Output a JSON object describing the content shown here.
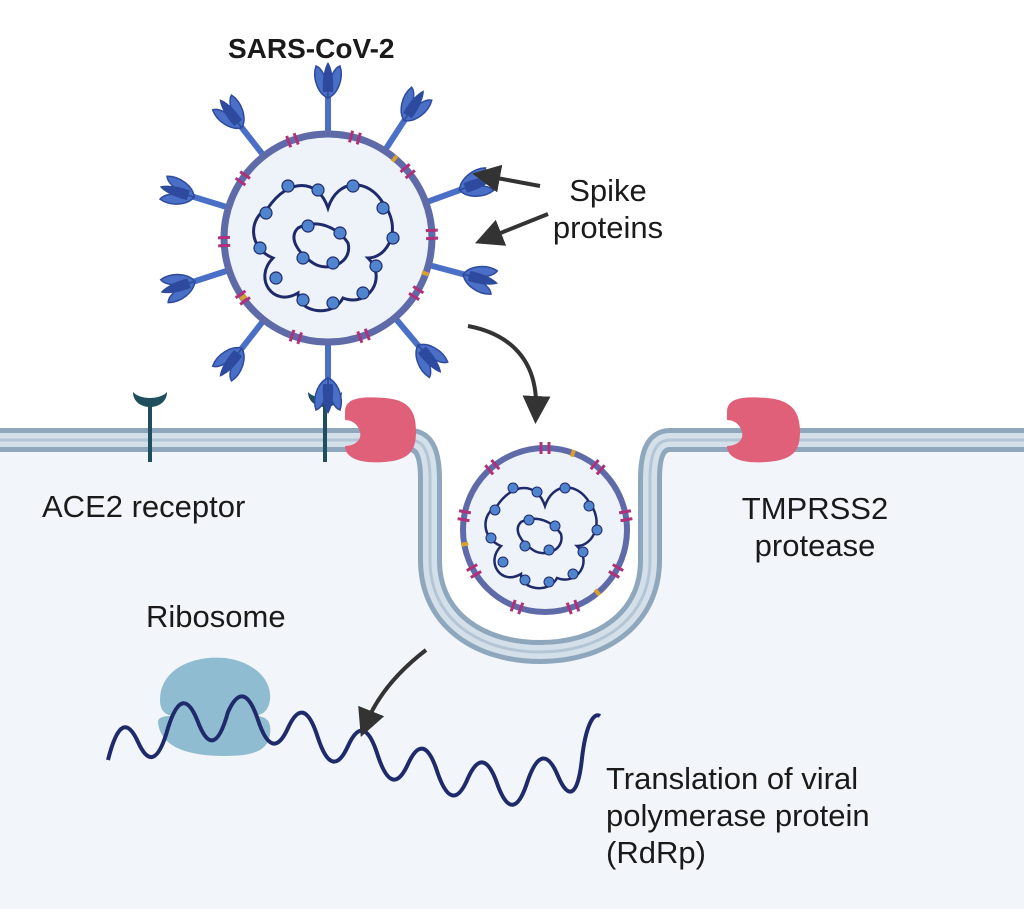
{
  "title": "SARS-CoV-2",
  "labels": {
    "spike_line1": "Spike",
    "spike_line2": "proteins",
    "ace2": "ACE2 receptor",
    "tmprss2_line1": "TMPRSS2",
    "tmprss2_line2": "protease",
    "ribosome": "Ribosome",
    "translation_line1": "Translation of viral",
    "translation_line2": "polymerase protein",
    "translation_line3": "(RdRp)"
  },
  "colors": {
    "cytoplasm": "#f2f6fa",
    "membrane": "#b4c6d6",
    "membrane_edge": "#8fa7bd",
    "virus_envelope": "#5f6aa8",
    "virus_interior": "#eef3fa",
    "spike": "#4a6fc7",
    "spike_dark": "#2e4a9e",
    "rna": "#1f2a6b",
    "rna_bead": "#4f85cf",
    "envelope_protein": "#b0307a",
    "small_protein": "#d9a030",
    "ace2": "#1f4f5c",
    "tmprss2": "#e0607a",
    "ribosome": "#8fbcd0",
    "arrow": "#333333"
  }
}
